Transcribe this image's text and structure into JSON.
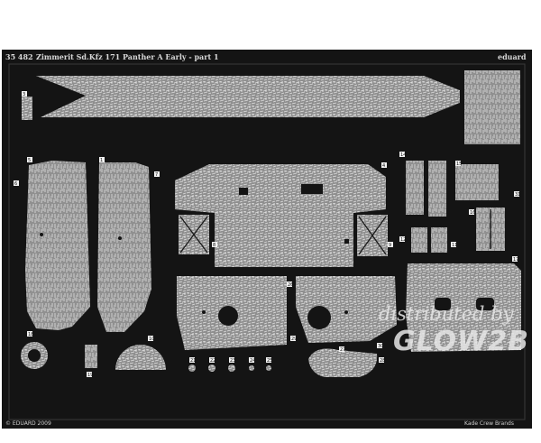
{
  "fret": {
    "code": "35 482",
    "title": "Zimmerit Sd.Kfz 171 Panther A Early - part 1",
    "brand": "eduard",
    "copyright": "© EDUARD 2009",
    "credits": "Kade  Crew Brands"
  },
  "watermark": {
    "line1": "distributed by",
    "line2": "GLOW2B"
  },
  "part_numbers": [
    "1",
    "2",
    "3",
    "4",
    "5",
    "6",
    "7",
    "8",
    "9",
    "10",
    "11",
    "12",
    "13",
    "14",
    "15",
    "16",
    "17",
    "18",
    "19",
    "20",
    "21",
    "22",
    "23",
    "24",
    "25",
    "26",
    "27",
    "28",
    "29",
    "30",
    "31"
  ],
  "colors": {
    "frame": "#141414",
    "zimmerit": "#9a9a9a",
    "zimmerit_light": "#d4d4d4"
  }
}
